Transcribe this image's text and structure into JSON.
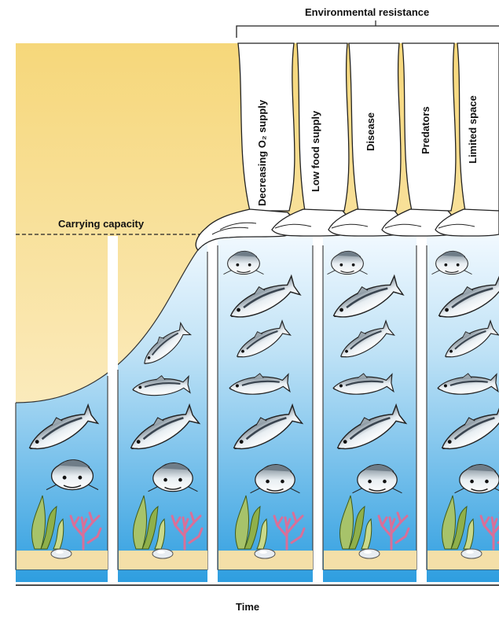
{
  "diagram": {
    "environmental_resistance_label": "Environmental resistance",
    "carrying_capacity_label": "Carrying capacity",
    "x_axis_label": "Time",
    "resistance_factors": [
      "Decreasing O₂ supply",
      "Low food supply",
      "Disease",
      "Predators",
      "Limited space"
    ],
    "panel_count": 5,
    "colors": {
      "sky_top": "#f6d77a",
      "sky_bottom": "#fdf4dc",
      "water_top": "#eaf4fb",
      "water_bottom": "#3aa6df",
      "sand": "#f4dfa8",
      "fish_body": "#c9d3da",
      "seaweed": "#8fb04a",
      "coral": "#e79bb7"
    }
  }
}
